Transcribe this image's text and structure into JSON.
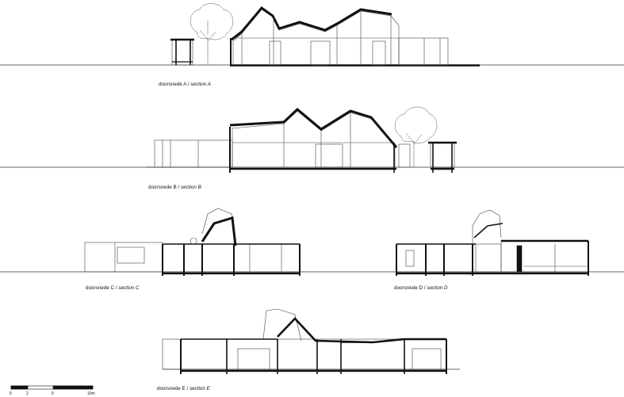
{
  "sections": [
    {
      "label_nl": "doorsnede A",
      "sep": "/",
      "label_en": "section A"
    },
    {
      "label_nl": "doorsnede B",
      "sep": "/",
      "label_en": "section B"
    },
    {
      "label_nl": "doorsnede C",
      "sep": "/",
      "label_en": "section C"
    },
    {
      "label_nl": "doorsnede D",
      "sep": "/",
      "label_en": "section D"
    },
    {
      "label_nl": "doorsnede E",
      "sep": "/",
      "label_en": "section E"
    }
  ],
  "scale_bar": {
    "ticks": [
      "0",
      "2",
      "5",
      "10m"
    ]
  },
  "colors": {
    "ink": "#111111",
    "thin": "#444444",
    "light": "#888888"
  }
}
